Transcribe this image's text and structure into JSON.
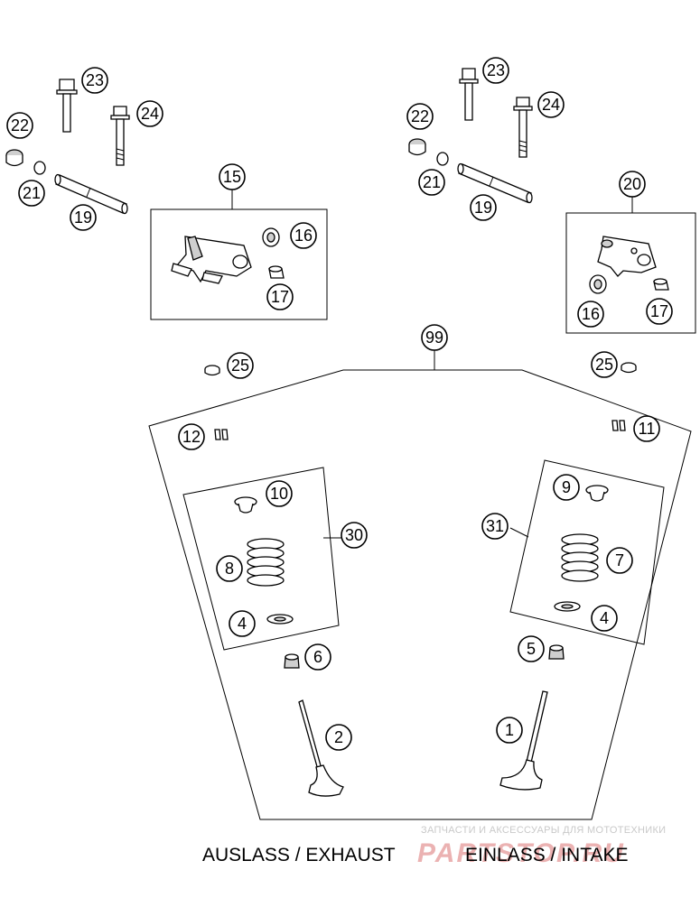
{
  "callouts": {
    "c1": "1",
    "c2": "2",
    "c4a": "4",
    "c4b": "4",
    "c5": "5",
    "c6": "6",
    "c7": "7",
    "c8": "8",
    "c9": "9",
    "c10": "10",
    "c11": "11",
    "c12": "12",
    "c15": "15",
    "c16a": "16",
    "c16b": "16",
    "c17a": "17",
    "c17b": "17",
    "c19a": "19",
    "c19b": "19",
    "c20": "20",
    "c21a": "21",
    "c21b": "21",
    "c22a": "22",
    "c22b": "22",
    "c23a": "23",
    "c23b": "23",
    "c24a": "24",
    "c24b": "24",
    "c25a": "25",
    "c25b": "25",
    "c30": "30",
    "c31": "31",
    "c99": "99"
  },
  "captions": {
    "exhaust": "AUSLASS / EXHAUST",
    "intake": "EINLASS / INTAKE"
  },
  "watermark": {
    "tagline": "ЗАПЧАСТИ И АКСЕССУАРЫ ДЛЯ МОТОТЕХНИКИ",
    "brand": "PARTSTOP.RU"
  },
  "colors": {
    "line": "#000000",
    "watermark_red": "#e7a0a0",
    "watermark_gray": "#c9c9c9"
  }
}
